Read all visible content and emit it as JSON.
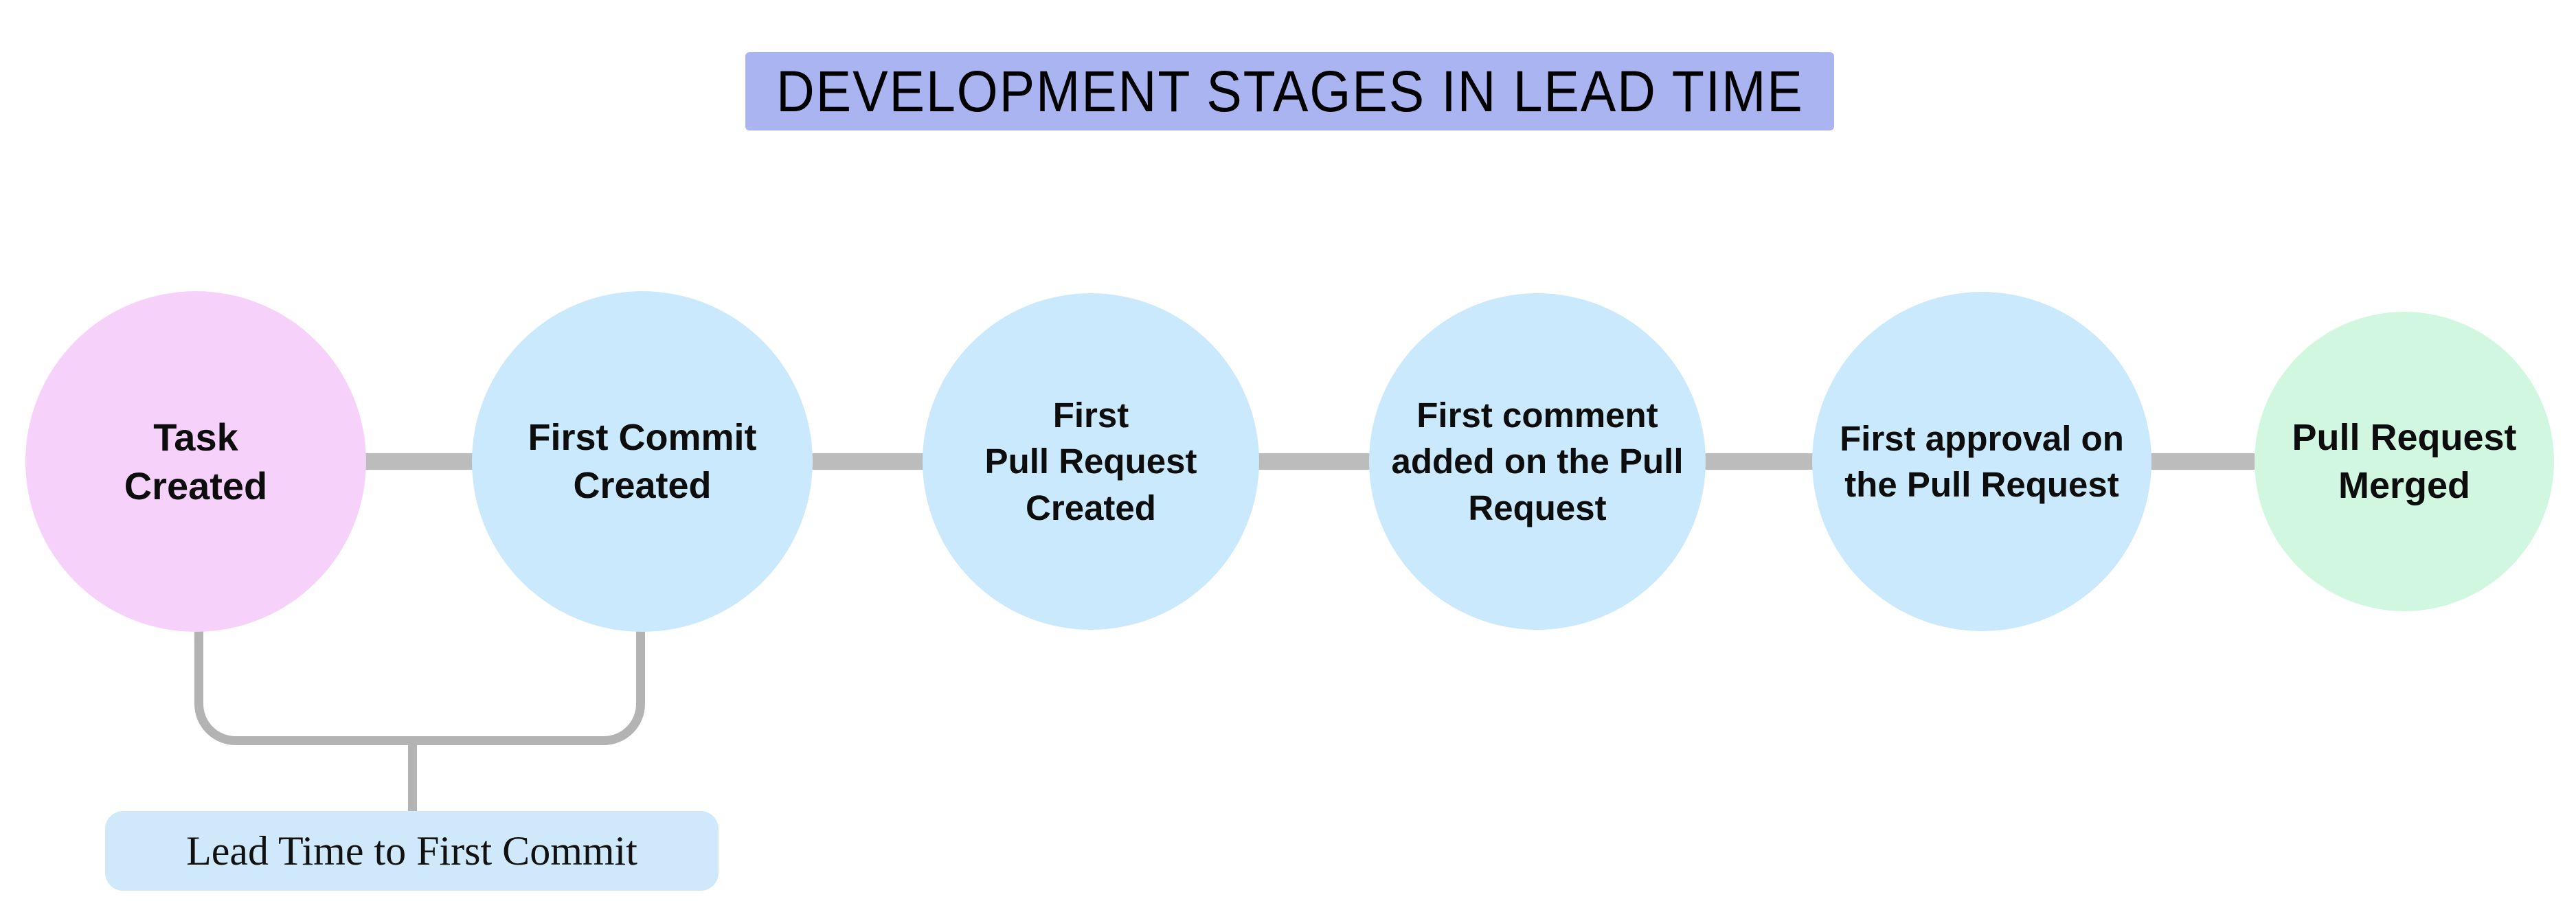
{
  "title": {
    "text": "DEVELOPMENT STAGES IN LEAD TIME"
  },
  "stages": [
    {
      "id": "task-created",
      "label": "Task\nCreated",
      "color": "#f6d2fb"
    },
    {
      "id": "first-commit-created",
      "label": "First Commit\nCreated",
      "color": "#cbe9fc"
    },
    {
      "id": "first-pull-request-created",
      "label": "First\nPull Request\nCreated",
      "color": "#cbe9fc"
    },
    {
      "id": "first-comment-added",
      "label": "First comment\nadded on the Pull\nRequest",
      "color": "#cbe9fc"
    },
    {
      "id": "first-approval",
      "label": "First approval on\nthe Pull Request",
      "color": "#cbe9fc"
    },
    {
      "id": "pull-request-merged",
      "label": "Pull Request\nMerged",
      "color": "#d1f7e0"
    }
  ],
  "annotation": {
    "label": "Lead Time to First Commit",
    "box_color": "#cfe9fb"
  },
  "colors": {
    "banner_background": "#aab4f1",
    "connector_gray": "#bcbcbc",
    "bracket_gray": "#b3b3b3",
    "text_black": "#0d0d0d"
  }
}
